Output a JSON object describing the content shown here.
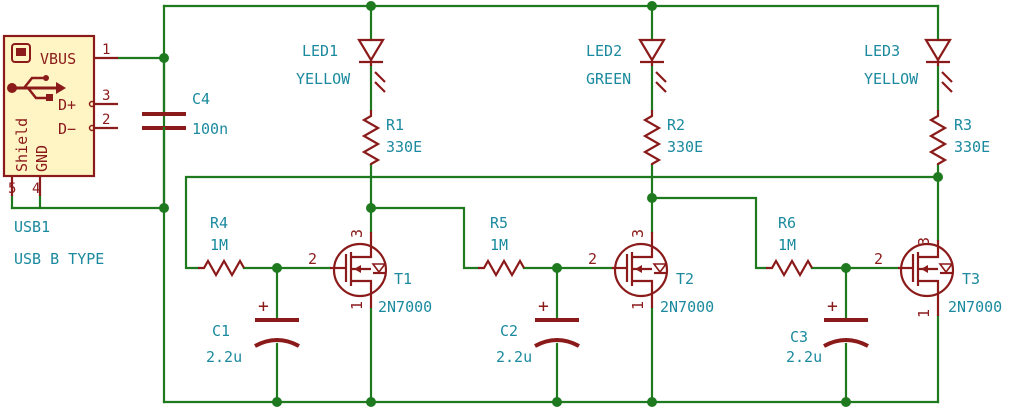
{
  "colors": {
    "wire": "#1f7a1f",
    "component": "#8b1a1a",
    "text": "#1b8a9e",
    "connector_fill": "#fff5c4"
  },
  "connector": {
    "pins": {
      "vbus": "VBUS",
      "dplus": "D+",
      "dminus": "D−",
      "gnd": "GND",
      "shield": "Shield"
    },
    "pin_numbers": {
      "p1": "1",
      "p2": "2",
      "p3": "3",
      "p4": "4",
      "p5": "5"
    },
    "ref": "USB1",
    "value": "USB B TYPE"
  },
  "capacitors": {
    "c4": {
      "ref": "C4",
      "value": "100n"
    },
    "c1": {
      "ref": "C1",
      "value": "2.2u",
      "polarity": "+"
    },
    "c2": {
      "ref": "C2",
      "value": "2.2u",
      "polarity": "+"
    },
    "c3": {
      "ref": "C3",
      "value": "2.2u",
      "polarity": "+"
    }
  },
  "leds": {
    "led1": {
      "ref": "LED1",
      "value": "YELLOW"
    },
    "led2": {
      "ref": "LED2",
      "value": "GREEN"
    },
    "led3": {
      "ref": "LED3",
      "value": "YELLOW"
    }
  },
  "resistors": {
    "r1": {
      "ref": "R1",
      "value": "330E"
    },
    "r2": {
      "ref": "R2",
      "value": "330E"
    },
    "r3": {
      "ref": "R3",
      "value": "330E"
    },
    "r4": {
      "ref": "R4",
      "value": "1M"
    },
    "r5": {
      "ref": "R5",
      "value": "1M"
    },
    "r6": {
      "ref": "R6",
      "value": "1M"
    }
  },
  "transistors": {
    "t1": {
      "ref": "T1",
      "value": "2N7000",
      "pin_gate": "2",
      "pin_drain": "3",
      "pin_source": "1"
    },
    "t2": {
      "ref": "T2",
      "value": "2N7000",
      "pin_gate": "2",
      "pin_drain": "3",
      "pin_source": "1"
    },
    "t3": {
      "ref": "T3",
      "value": "2N7000",
      "pin_gate": "2",
      "pin_drain": "3",
      "pin_source": "1"
    }
  }
}
